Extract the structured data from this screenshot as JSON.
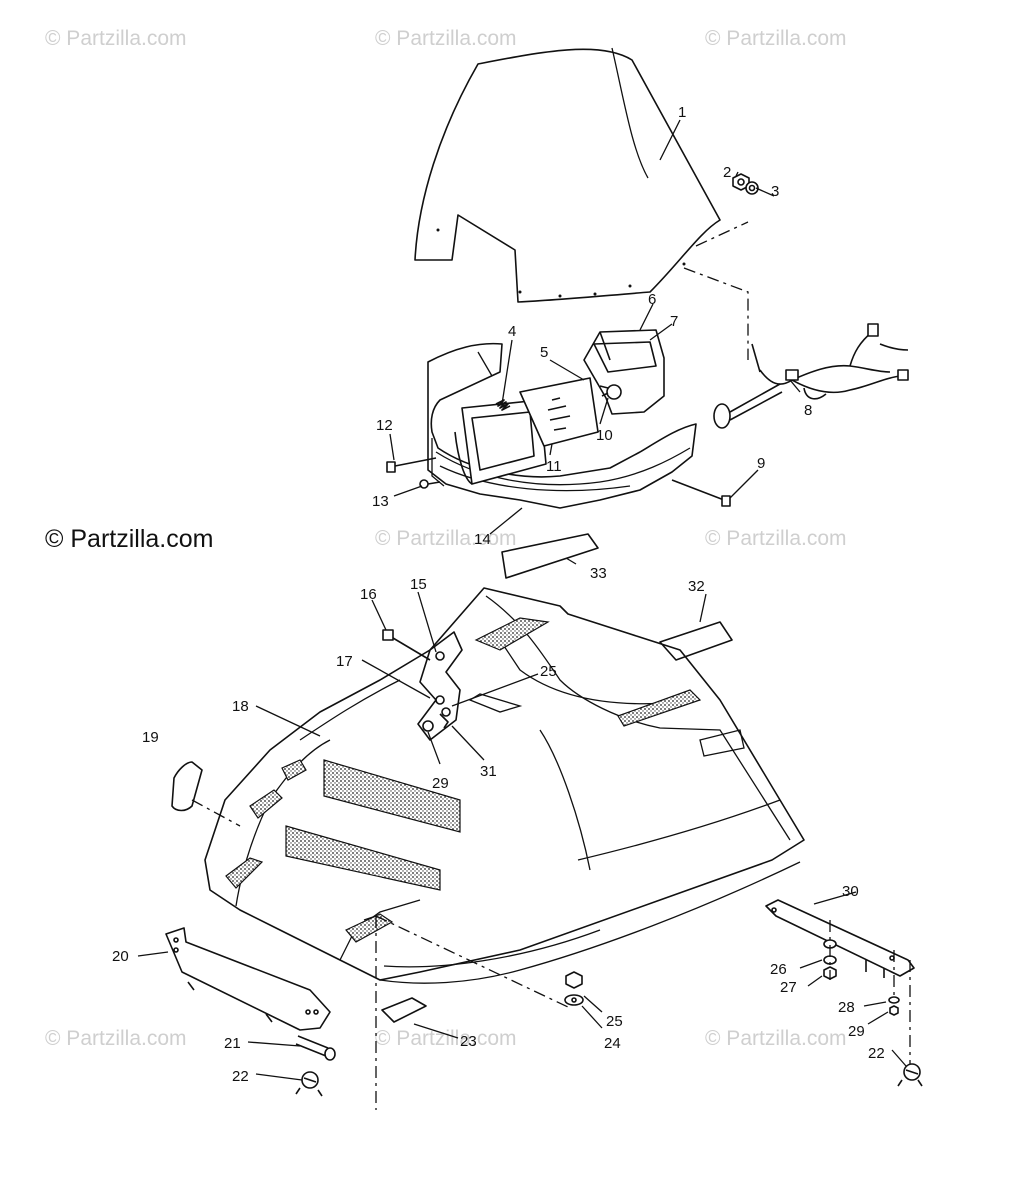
{
  "watermark": {
    "text": "© Partzilla.com",
    "main": "© Partzilla.com"
  },
  "callouts": {
    "p1": "1",
    "p2": "2",
    "p3": "3",
    "p4": "4",
    "p5": "5",
    "p6": "6",
    "p7": "7",
    "p8": "8",
    "p9": "9",
    "p10": "10",
    "p11": "11",
    "p12": "12",
    "p13": "13",
    "p14": "14",
    "p15": "15",
    "p16": "16",
    "p17": "17",
    "p18": "18",
    "p19": "19",
    "p20": "20",
    "p21": "21",
    "p22a": "22",
    "p22b": "22",
    "p23": "23",
    "p24": "24",
    "p25a": "25",
    "p25b": "25",
    "p26": "26",
    "p27": "27",
    "p28": "28",
    "p29a": "29",
    "p29b": "29",
    "p30": "30",
    "p31": "31",
    "p32": "32",
    "p33": "33"
  }
}
